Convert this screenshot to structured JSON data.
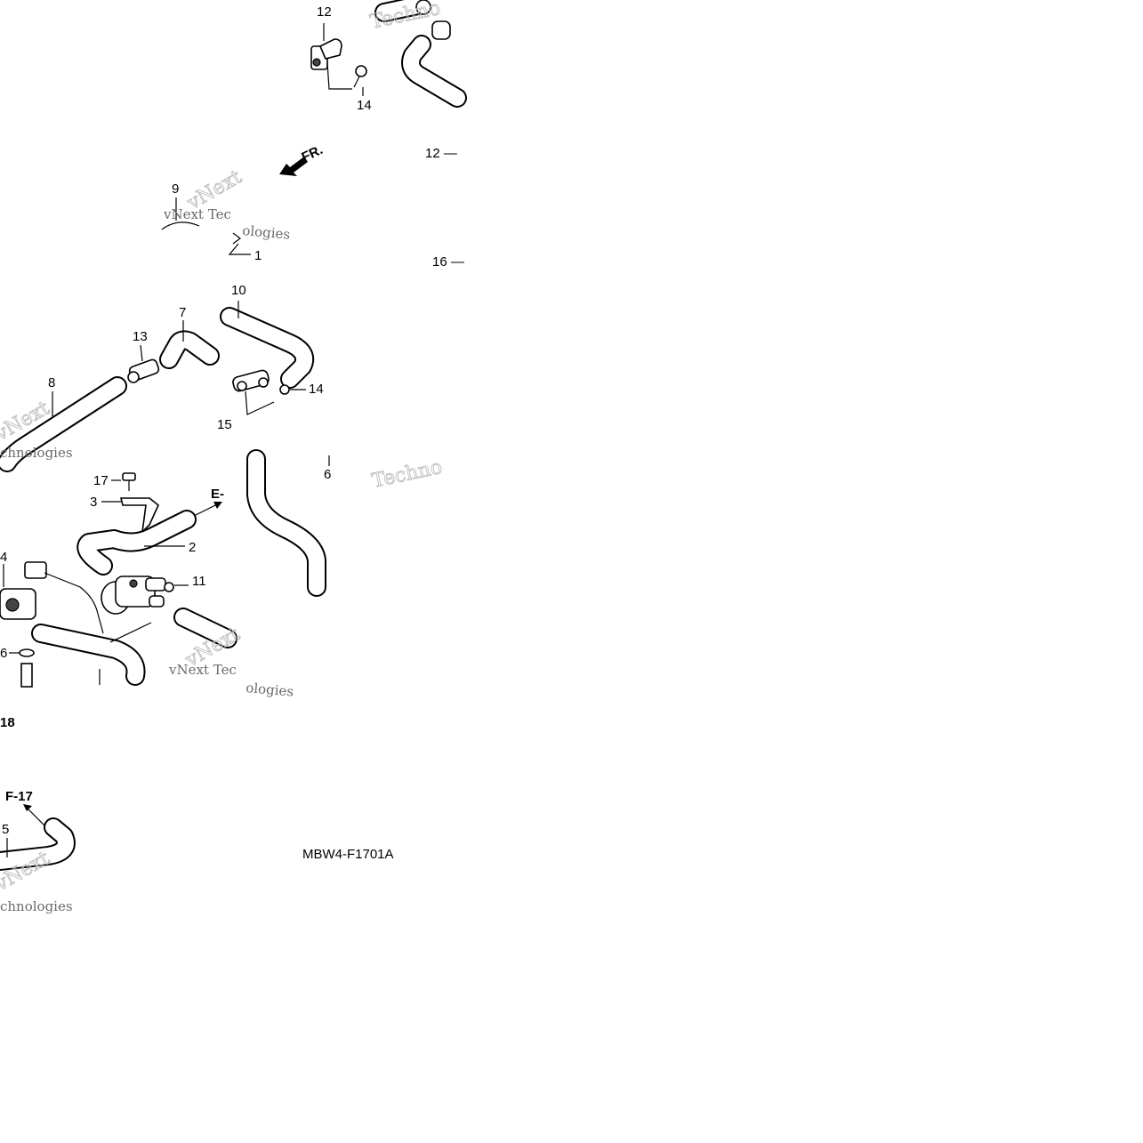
{
  "diagram": {
    "callouts": {
      "c12_top": "12",
      "c14_top": "14",
      "c12_right": "12 —",
      "c16_right": "16 —",
      "c9": "9",
      "c1": "1",
      "c10": "10",
      "c7": "7",
      "c13": "13",
      "c8": "8",
      "c14_mid": "14",
      "c15_mid": "15",
      "c6": "6",
      "c17": "17",
      "c3": "3",
      "c2": "2",
      "c11": "11",
      "c4_left": "4",
      "c6_left": "6",
      "c5": "5"
    },
    "direction_label": "FR.",
    "ref_e": "E-",
    "ref_f17": "F-17",
    "ref_18": "18",
    "part_code": "MBW4-F1701A"
  },
  "watermark": {
    "brand": "vNext",
    "line1": "vNext Tec",
    "line2": "ologies",
    "tech": "Techno",
    "chnologies": "chnologies"
  }
}
